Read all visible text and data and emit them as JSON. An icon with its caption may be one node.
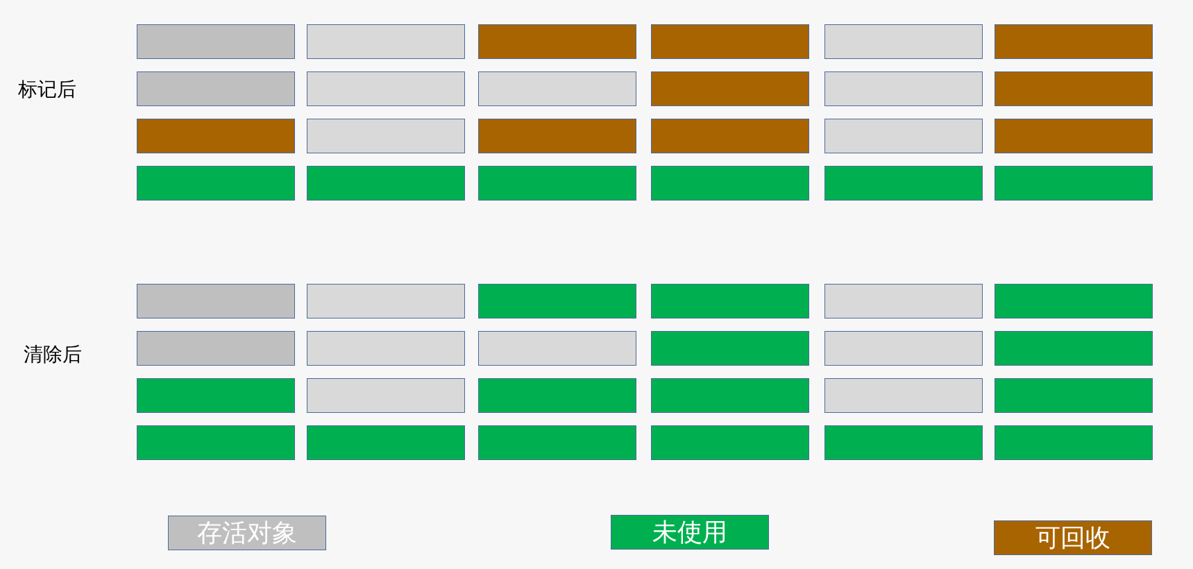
{
  "diagram": {
    "nodes": [
      {
        "text": [],
        "shape": "box"
      },
      {
        "text": [],
        "shape": "box"
      },
      {
        "text": [],
        "shape": "box"
      },
      {
        "text": [],
        "shape": "box"
      },
      {
        "text": [],
        "shape": "box"
      },
      {
        "text": [],
        "shape": "box"
      },
      {
        "text": [],
        "shape": "box"
      },
      {
        "text": [],
        "shape": "box"
      },
      {
        "text": [],
        "shape": "box"
      },
      {
        "text": [],
        "shape": "box"
      },
      {
        "text": [],
        "shape": "box"
      },
      {
        "text": [],
        "shape": "box"
      },
      {
        "text": [],
        "shape": "box"
      },
      {
        "text": [],
        "shape": "box"
      },
      {
        "text": [],
        "shape": "box"
      },
      {
        "text": [],
        "shape": "box"
      },
      {
        "text": [],
        "shape": "box"
      },
      {
        "text": [],
        "shape": "box"
      },
      {
        "text": [],
        "shape": "box"
      },
      {
        "text": [],
        "shape": "box"
      },
      {
        "text": [],
        "shape": "box"
      },
      {
        "text": [],
        "shape": "box"
      },
      {
        "text": [],
        "shape": "box"
      },
      {
        "text": [],
        "shape": "box"
      },
      {
        "text": [],
        "shape": "box"
      },
      {
        "text": [],
        "shape": "box"
      },
      {
        "text": [],
        "shape": "box"
      },
      {
        "text": [],
        "shape": "box"
      },
      {
        "text": [],
        "shape": "box"
      },
      {
        "text": [],
        "shape": "box"
      },
      {
        "text": [],
        "shape": "box"
      },
      {
        "text": [],
        "shape": "box"
      },
      {
        "text": [],
        "shape": "box"
      },
      {
        "text": [],
        "shape": "box"
      },
      {
        "text": [],
        "shape": "box"
      },
      {
        "text": [],
        "shape": "box"
      },
      {
        "text": [],
        "shape": "box"
      },
      {
        "text": [],
        "shape": "box"
      },
      {
        "text": [],
        "shape": "box"
      },
      {
        "text": [],
        "shape": "box"
      },
      {
        "text": [],
        "shape": "box"
      },
      {
        "text": [],
        "shape": "box"
      },
      {
        "text": [],
        "shape": "box"
      },
      {
        "text": [],
        "shape": "box"
      },
      {
        "text": [],
        "shape": "box"
      },
      {
        "text": [],
        "shape": "box"
      },
      {
        "text": [],
        "shape": "box"
      },
      {
        "text": [],
        "shape": "box"
      }
    ],
    "labels": [
      "标记后",
      "清除后"
    ],
    "legend": [
      {
        "text": "存活对象",
        "color": "#bfbfbf"
      },
      {
        "text": "未使用",
        "color": "#00b050"
      },
      {
        "text": "可回收",
        "color": "#a86400"
      }
    ]
  }
}
